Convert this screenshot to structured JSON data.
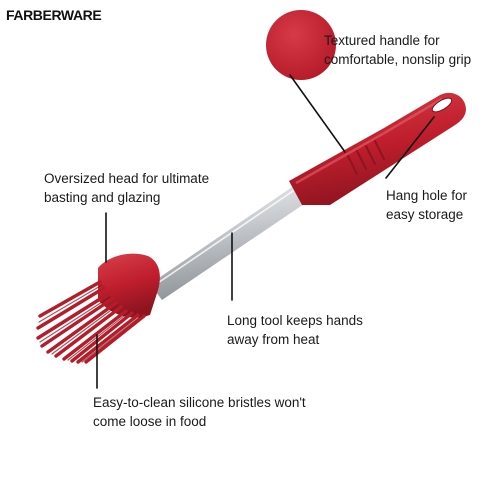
{
  "brand": {
    "name": "FARBERWARE"
  },
  "callouts": {
    "handle": "Textured handle for\ncomfortable, nonslip grip",
    "hang_hole": "Hang hole for\neasy storage",
    "head": "Oversized head for ultimate\nbasting and glazing",
    "long_tool": "Long tool keeps hands\naway from heat",
    "bristles": "Easy-to-clean silicone bristles won't\ncome loose in food"
  },
  "colors": {
    "silicone_red": "#c4202f",
    "silicone_dark": "#8e1420",
    "steel": "#c9cdd1"
  }
}
